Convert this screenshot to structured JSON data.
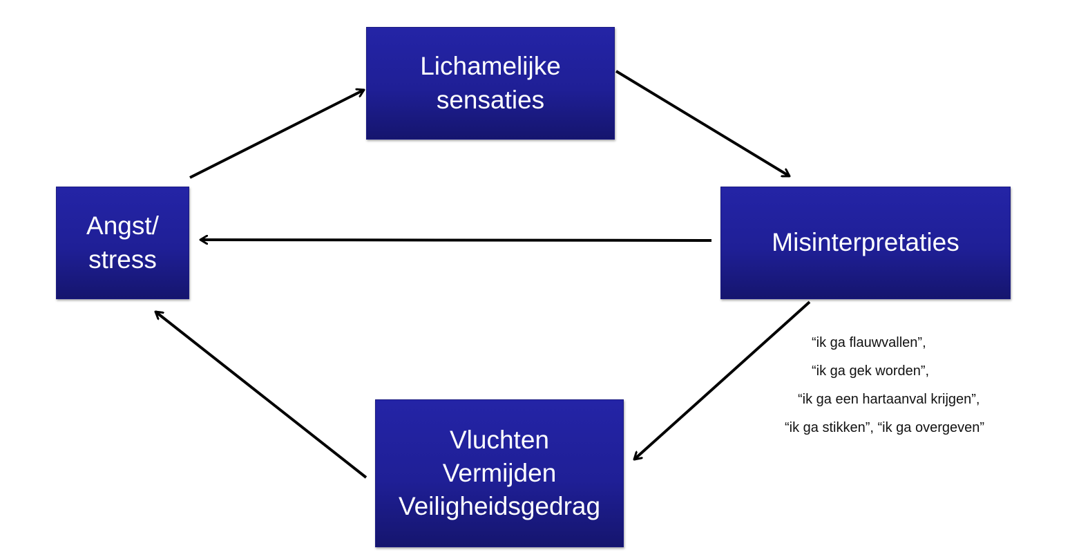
{
  "diagram": {
    "nodes": {
      "sensaties": "Lichamelijke\nsensaties",
      "angst": "Angst/\nstress",
      "misinterpretaties": "Misinterpretaties",
      "vluchten": "Vluchten\nVermijden\nVeiligheidsgedrag"
    },
    "examples": [
      "“ik ga flauwvallen”,",
      "“ik ga gek worden”,",
      "“ik ga een hartaanval krijgen”,",
      "“ik ga stikken”, “ik ga overgeven”"
    ],
    "colors": {
      "box_fill": "#2020a0",
      "box_text": "#ffffff",
      "arrow": "#000000"
    }
  }
}
